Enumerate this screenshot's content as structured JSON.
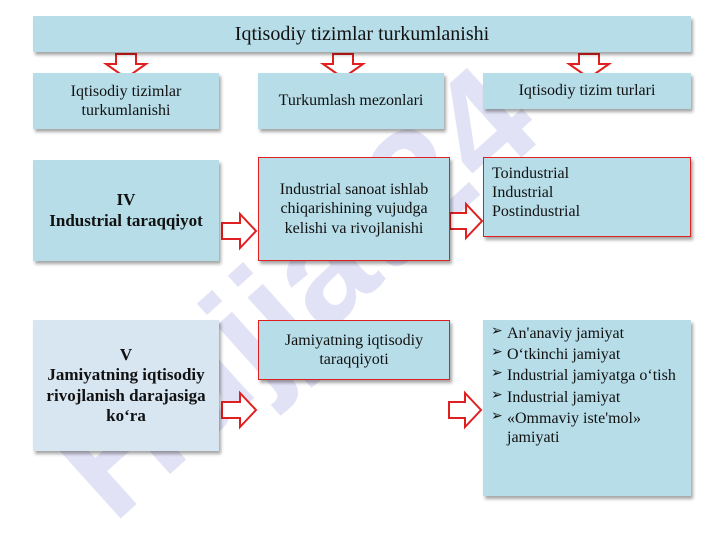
{
  "title": "Iqtisodiy tizimlar turkumlanishi",
  "headers": [
    "Iqtisodiy tizimlar turkumlanishi",
    "Turkumlash mezonlari",
    "Iqtisodiy tizim turlari"
  ],
  "row1": {
    "left_num": "IV",
    "left_text": "Industrial taraqqiyot",
    "middle": "Industrial sanoat ishlab chiqarishining vujudga kelishi va rivojlanishi",
    "right": [
      "Toindustrial",
      "Industrial",
      "Postindustrial"
    ]
  },
  "row2": {
    "left_num": "V",
    "left_text": "Jamiyatning iqtisodiy rivojlanish darajasiga ko‘ra",
    "middle": "Jamiyatning iqtisodiy taraqqiyoti",
    "right": [
      "An'anaviy jamiyat",
      "O‘tkinchi jamiyat",
      "Industrial jamiyatga o‘tish",
      "Industrial  jamiyat",
      "«Ommaviy iste'mol» jamiyati"
    ]
  },
  "watermark": "Hujjat24",
  "colors": {
    "box_fill": "#b7dde8",
    "border_red": "#e02020",
    "arrow_red": "#e02020"
  }
}
